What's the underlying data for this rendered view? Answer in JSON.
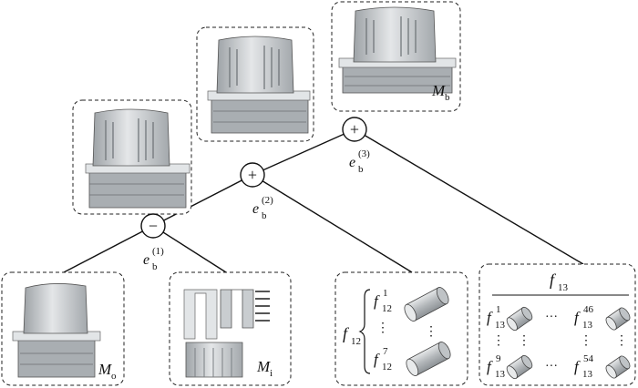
{
  "nodes": {
    "Mb": {
      "main": "M",
      "sub": "b"
    },
    "Mo": {
      "main": "M",
      "sub": "o"
    },
    "Mi": {
      "main": "M",
      "sub": "i"
    }
  },
  "operators": {
    "union_top": {
      "symbol": "+",
      "label": "e",
      "sub": "b",
      "sup": "(3)"
    },
    "union_mid": {
      "symbol": "+",
      "label": "e",
      "sub": "b",
      "sup": "(2)"
    },
    "subtract": {
      "symbol": "−",
      "label": "e",
      "sub": "b",
      "sup": "(1)"
    }
  },
  "f12_group": {
    "label": "f",
    "label_sub": "12",
    "top": {
      "main": "f",
      "sub": "12",
      "sup": "1"
    },
    "bottom": {
      "main": "f",
      "sub": "12",
      "sup": "7"
    },
    "ellipsis": "⋮"
  },
  "f13_group": {
    "title": "f",
    "title_sub": "13",
    "tl": {
      "main": "f",
      "sub": "13",
      "sup": "1"
    },
    "tr": {
      "main": "f",
      "sub": "13",
      "sup": "46"
    },
    "bl": {
      "main": "f",
      "sub": "13",
      "sup": "9"
    },
    "br": {
      "main": "f",
      "sub": "13",
      "sup": "54"
    },
    "hdots": "···",
    "vdots": "⋮"
  }
}
